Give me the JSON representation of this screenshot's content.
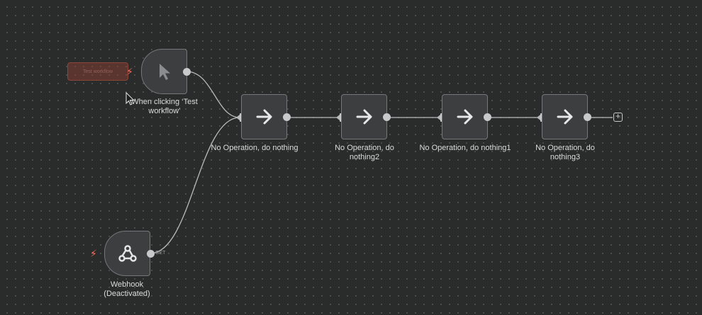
{
  "test_workflow_button": "Test workflow",
  "trigger_node": {
    "label": "When clicking ‘Test\nworkflow’",
    "icon": "mouse-pointer-icon"
  },
  "webhook_node": {
    "label": "Webhook\n(Deactivated)",
    "output_label": "GET",
    "icon": "webhook-icon"
  },
  "noop_nodes": [
    {
      "label": "No Operation, do nothing",
      "icon": "arrow-right-icon"
    },
    {
      "label": "No Operation, do\nnothing2",
      "icon": "arrow-right-icon"
    },
    {
      "label": "No Operation, do nothing1",
      "icon": "arrow-right-icon"
    },
    {
      "label": "No Operation, do\nnothing3",
      "icon": "arrow-right-icon"
    }
  ],
  "add_node_button": "+",
  "colors": {
    "canvas": "#2a2b2b",
    "node_fill": "#3d3e40",
    "node_border": "#75777b",
    "edge": "#c8c9cb",
    "trigger_accent": "#ff6d5a"
  }
}
